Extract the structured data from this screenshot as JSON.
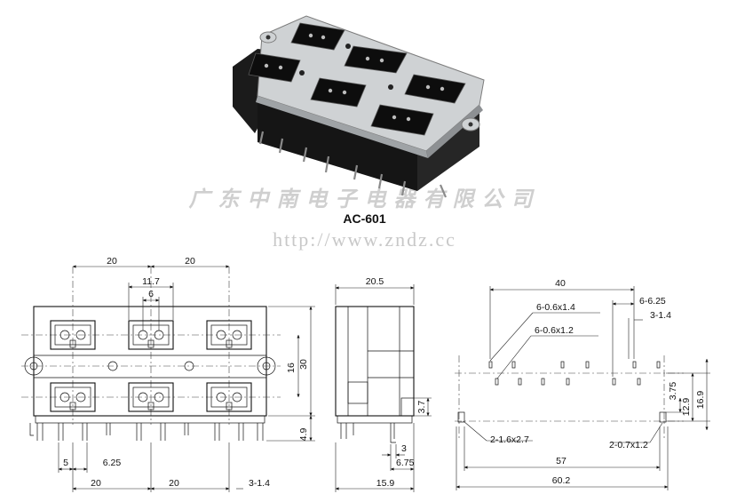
{
  "header": {
    "company": "广东中南电子电器有限公司",
    "model": "AC-601",
    "website": "http://www.zndz.cc"
  },
  "front_view": {
    "dim_top_left": "20",
    "dim_top_right": "20",
    "dim_inner_width": "11.7",
    "dim_inner_pin": "6",
    "dim_right_height": "30",
    "dim_right_pitch": "16",
    "dim_pin_length": "4.9",
    "dim_bottom_a": "5",
    "dim_bottom_b": "6.25",
    "dim_bottom_left": "20",
    "dim_bottom_right": "20",
    "dim_bottom_slot": "3-1.4"
  },
  "side_view": {
    "dim_top": "20.5",
    "dim_right": "3.7",
    "dim_small_a": "3",
    "dim_small_b": "6.75",
    "dim_bottom": "15.9"
  },
  "footprint": {
    "dim_top": "40",
    "dim_right_top": "6-6.25",
    "dim_right_slot": "3-1.4",
    "label_hole_a": "6-0.6x1.4",
    "label_hole_b": "6-0.6x1.2",
    "dim_vert_a": "3.75",
    "dim_vert_b": "12.9",
    "dim_vert_c": "16.9",
    "label_mount_left": "2-1.6x2.7",
    "label_mount_right": "2-0.7x1.2",
    "dim_bottom_inner": "57",
    "dim_bottom_outer": "60.2"
  }
}
